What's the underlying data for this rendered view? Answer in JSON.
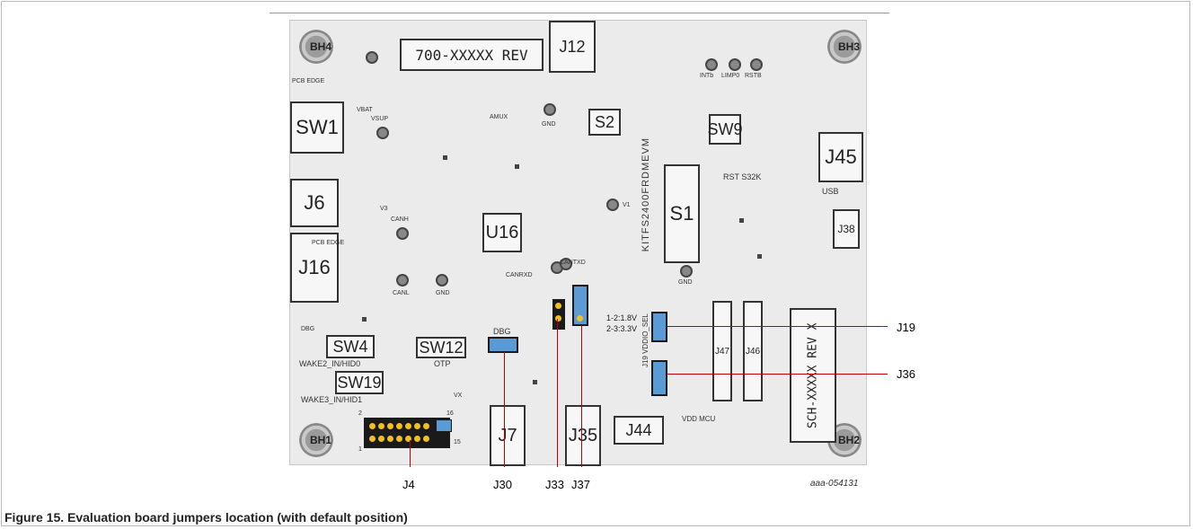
{
  "board_labels": {
    "part_number": "700-XXXXX REV",
    "board_name": "KITFS2400FRDMEVM",
    "schematic": "SCH-XXXXX REV X",
    "sw1": "SW1",
    "sw4": "SW4",
    "sw9": "SW9",
    "sw12": "SW12",
    "sw19": "SW19",
    "s1": "S1",
    "s2": "S2",
    "j6": "J6",
    "j7": "J7",
    "j12": "J12",
    "j16": "J16",
    "j35": "J35",
    "j44": "J44",
    "j45": "J45",
    "j38": "J38",
    "j47": "J47",
    "j46": "J46",
    "bh1": "BH1",
    "bh2": "BH2",
    "bh3": "BH3",
    "bh4": "BH4",
    "pcb_edge": "PCB EDGE",
    "vbat": "VBAT",
    "vsup": "VSUP",
    "amux": "AMUX",
    "canh": "CANH",
    "canl": "CANL",
    "canrxd": "CANRXD",
    "cantxd": "CANTXD",
    "gnd": "GND",
    "v1": "V1",
    "v3": "V3",
    "vx": "VX",
    "int_b": "INTb",
    "limp0": "LIMP0",
    "rstb": "RSTB",
    "rst_s32k": "RST S32K",
    "usb": "USB",
    "dbg": "DBG",
    "otp": "OTP",
    "wake2": "WAKE2_IN/HID0",
    "wake3": "WAKE3_IN/HID1",
    "vdd_mcu": "VDD MCU",
    "vddio_sel": "J19 VDDIO_SEL",
    "vsel_a": "1-2:1.8V",
    "vsel_b": "2-3:3.3V",
    "pin_16": "16",
    "pin_2": "2",
    "pin_1": "1",
    "pin_15": "15"
  },
  "callouts": {
    "j4": "J4",
    "j30": "J30",
    "j33": "J33",
    "j37": "J37",
    "j19": "J19",
    "j36": "J36"
  },
  "reference_id": "aaa-054131",
  "caption": "Figure 15.  Evaluation board jumpers location (with default position)",
  "colors": {
    "jumper_blue": "#5b9bd5",
    "callout_line": "#c00000"
  }
}
